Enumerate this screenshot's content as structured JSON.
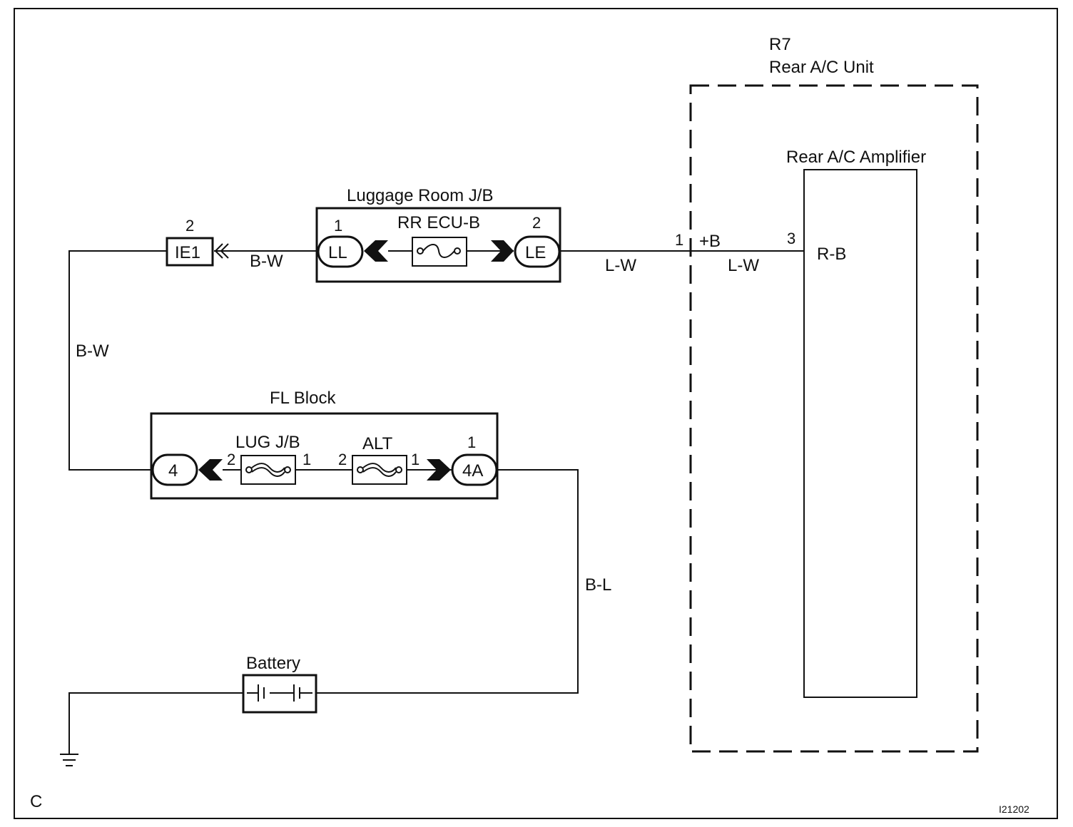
{
  "frame": {
    "corner_label": "C",
    "figure_id": "I21202"
  },
  "rear_ac_unit": {
    "connector_id": "R7",
    "name": "Rear A/C Unit",
    "terminal_pin": "1",
    "terminal_label": "+B"
  },
  "rear_ac_amplifier": {
    "name": "Rear A/C Amplifier",
    "terminal_pin": "3",
    "terminal_label": "R-B"
  },
  "luggage_room_jb": {
    "name": "Luggage Room J/B",
    "fuse": "RR ECU-B",
    "left_connector": "LL",
    "left_pin": "1",
    "right_connector": "LE",
    "right_pin": "2"
  },
  "ie1_connector": {
    "id": "IE1",
    "pin": "2"
  },
  "fl_block": {
    "name": "FL Block",
    "left_connector": "4",
    "right_connector": "4A",
    "right_pin": "1",
    "lug_fuse": {
      "name": "LUG J/B",
      "pin_left": "2",
      "pin_right": "1"
    },
    "alt_fuse": {
      "name": "ALT",
      "pin_left": "2",
      "pin_right": "1"
    }
  },
  "battery": {
    "name": "Battery"
  },
  "wire_colors": {
    "ie1_to_ll": "B-W",
    "le_to_unit": "L-W",
    "unit_to_amp": "L-W",
    "ie1_to_fl": "B-W",
    "fl_to_battery": "B-L"
  }
}
